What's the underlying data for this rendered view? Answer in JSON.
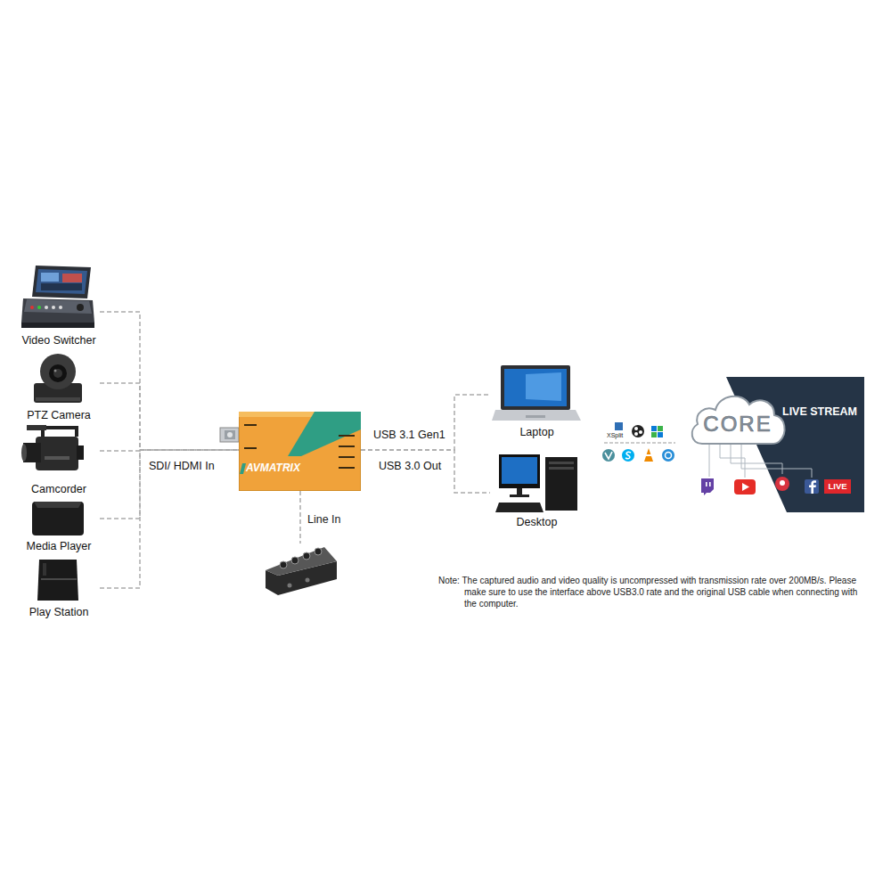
{
  "diagram": {
    "nodes": [
      {
        "text": [
          "Video Switcher"
        ]
      },
      {
        "text": [
          "PTZ Camera"
        ]
      },
      {
        "text": [
          "Camcorder"
        ]
      },
      {
        "text": [
          "Media Player"
        ]
      },
      {
        "text": [
          "Play Station"
        ]
      },
      {
        "text": [
          "AVMATRIX"
        ]
      },
      {
        "text": [
          "Laptop"
        ]
      },
      {
        "text": [
          "Desktop"
        ]
      },
      {
        "text": [
          "CORE"
        ]
      },
      {
        "text": [
          "LIVE STREAM"
        ]
      },
      {
        "text": [
          "LIVE"
        ],
        "in": 9
      }
    ],
    "edges": [
      {
        "from": 0,
        "to": 5,
        "arrow": "none"
      },
      {
        "from": 1,
        "to": 5,
        "arrow": "none"
      },
      {
        "from": 2,
        "to": 5,
        "label": "SDI/ HDMI In",
        "arrow": "none"
      },
      {
        "from": 3,
        "to": 5,
        "arrow": "none"
      },
      {
        "from": 4,
        "to": 5,
        "arrow": "none"
      },
      {
        "from": 5,
        "to": 6,
        "label": "USB 3.1 Gen1",
        "arrow": "none"
      },
      {
        "from": 5,
        "to": 7,
        "label": "USB 3.0 Out",
        "arrow": "none"
      }
    ],
    "labels": [
      "Line In",
      "XSplit",
      "Note: The captured audio and video quality is uncompressed with transmission rate over 200MB/s. Please make sure to use the interface above USB3.0 rate and the original USB cable when connecting with the computer."
    ]
  }
}
